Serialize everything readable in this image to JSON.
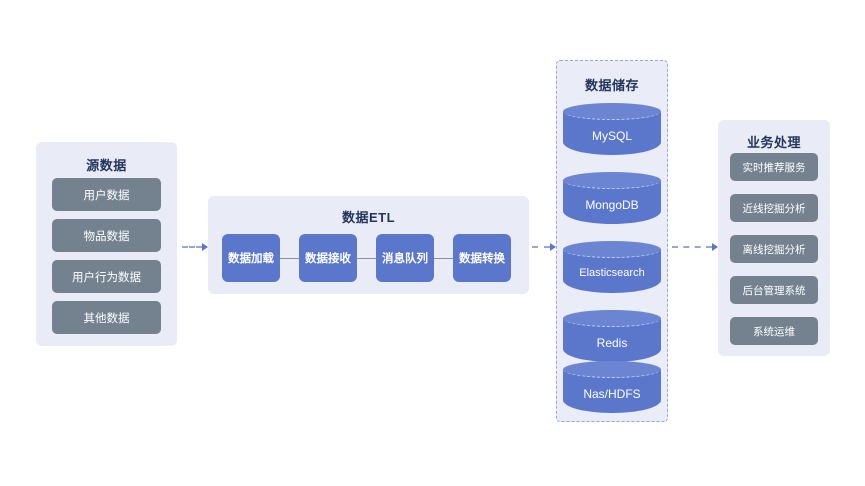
{
  "diagram": {
    "source_panel": {
      "title": "源数据",
      "items": [
        {
          "label": "用户数据"
        },
        {
          "label": "物品数据"
        },
        {
          "label": "用户行为数据"
        },
        {
          "label": "其他数据"
        }
      ]
    },
    "etl_panel": {
      "title": "数据ETL",
      "steps": [
        {
          "label": "数据加载"
        },
        {
          "label": "数据接收"
        },
        {
          "label": "消息队列"
        },
        {
          "label": "数据转换"
        }
      ]
    },
    "storage_panel": {
      "title": "数据储存",
      "stores": [
        {
          "label": "MySQL"
        },
        {
          "label": "MongoDB"
        },
        {
          "label": "Elasticsearch"
        },
        {
          "label": "Redis"
        },
        {
          "label": "Nas/HDFS"
        }
      ]
    },
    "business_panel": {
      "title": "业务处理",
      "items": [
        {
          "label": "实时推荐服务"
        },
        {
          "label": "近线挖掘分析"
        },
        {
          "label": "离线挖掘分析"
        },
        {
          "label": "后台管理系统"
        },
        {
          "label": "系统运维"
        }
      ]
    },
    "connectors": [
      {
        "name": "source-to-etl"
      },
      {
        "name": "etl-to-storage"
      },
      {
        "name": "storage-to-business"
      }
    ],
    "colors": {
      "panel_bg": "#e9ecf6",
      "slate_box": "#74828f",
      "blue_box": "#5b77cb",
      "cylinder_top": "#6b85d2",
      "title_text": "#23355c",
      "connector": "#9aa6cf",
      "arrow_gray": "#5f6b85"
    }
  }
}
